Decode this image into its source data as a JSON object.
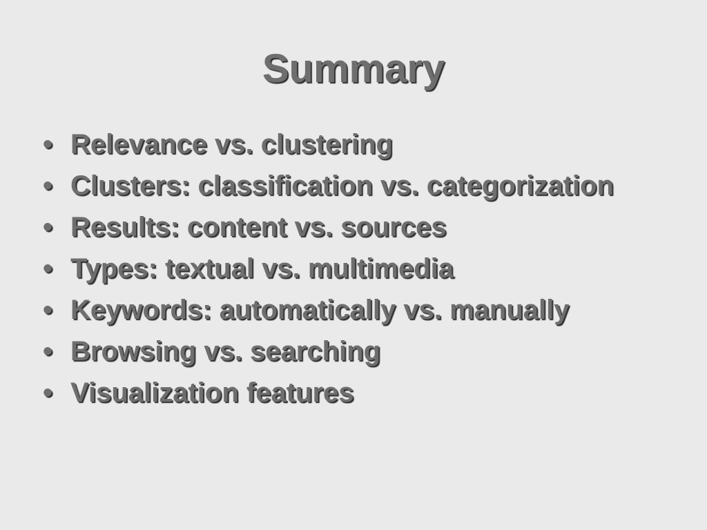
{
  "slide": {
    "title": "Summary",
    "bullet_glyph": "•",
    "items": [
      {
        "label": "Relevance vs. clustering"
      },
      {
        "label": "Clusters: classification vs. categorization"
      },
      {
        "label": "Results: content vs. sources"
      },
      {
        "label": "Types: textual vs. multimedia"
      },
      {
        "label": "Keywords: automatically vs. manually"
      },
      {
        "label": "Browsing vs. searching"
      },
      {
        "label": "Visualization features"
      }
    ]
  },
  "colors": {
    "background": "#eaeaea",
    "text": "#6e6e6e",
    "shadow": "#2f2f2f"
  }
}
